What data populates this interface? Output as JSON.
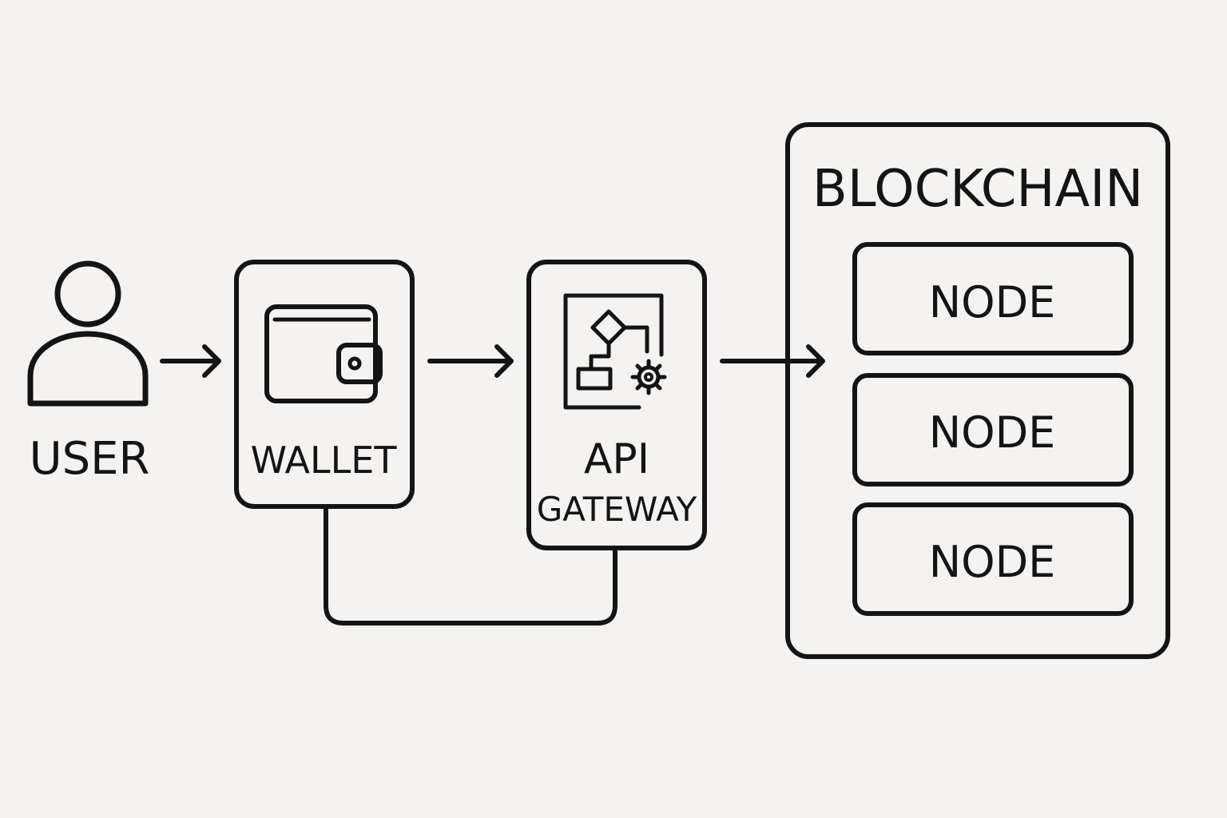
{
  "diagram": {
    "user": {
      "label": "USER",
      "icon": "user-icon"
    },
    "wallet": {
      "label": "WALLET",
      "icon": "wallet-icon"
    },
    "api_gateway": {
      "label_line1": "API",
      "label_line2": "GATEWAY",
      "icon": "workflow-gear-icon"
    },
    "blockchain": {
      "title": "BLOCKCHAIN",
      "nodes": [
        {
          "label": "NODE"
        },
        {
          "label": "NODE"
        },
        {
          "label": "NODE"
        }
      ]
    },
    "colors": {
      "stroke": "#141414",
      "background": "#f4f3f1"
    }
  }
}
